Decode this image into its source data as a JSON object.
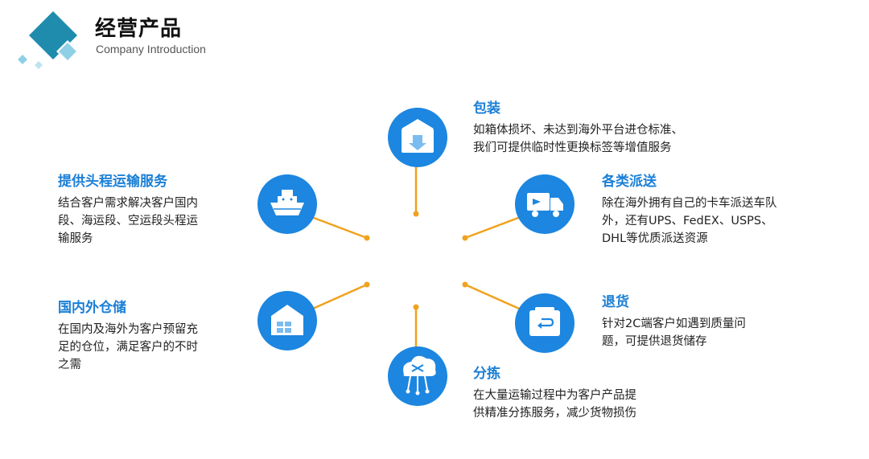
{
  "header": {
    "title": "经营产品",
    "subtitle": "Company Introduction"
  },
  "colors": {
    "accent_blue": "#1a7fd6",
    "circle_blue": "#1c86e0",
    "connector_orange": "#f0a21e",
    "logo_dark": "#1f8cae",
    "logo_light": "#8fd0e6"
  },
  "services": [
    {
      "id": "packaging",
      "icon": "box-down-arrow-icon",
      "title": "包装",
      "lines": [
        "如箱体损坏、未达到海外平台进仓标准、",
        "我们可提供临时性更换标签等增值服务"
      ]
    },
    {
      "id": "delivery",
      "icon": "delivery-truck-icon",
      "title": "各类派送",
      "lines": [
        "除在海外拥有自己的卡车派送车队",
        "外，还有UPS、FedEX、USPS、",
        "DHL等优质派送资源"
      ]
    },
    {
      "id": "returns",
      "icon": "return-box-icon",
      "title": "退货",
      "lines": [
        "针对2C端客户如遇到质量问",
        "题，可提供退货储存"
      ]
    },
    {
      "id": "sorting",
      "icon": "cloud-shuffle-icon",
      "title": "分拣",
      "lines": [
        "在大量运输过程中为客户产品提",
        "供精准分拣服务，减少货物损伤"
      ]
    },
    {
      "id": "warehouse",
      "icon": "warehouse-icon",
      "title": "国内外仓储",
      "lines": [
        "在国内及海外为客户预留充",
        "足的仓位，满足客户的不时",
        "之需"
      ]
    },
    {
      "id": "first-leg",
      "icon": "cargo-ship-icon",
      "title": "提供头程运输服务",
      "lines": [
        "结合客户需求解决客户国内",
        "段、海运段、空运段头程运",
        "输服务"
      ]
    }
  ]
}
